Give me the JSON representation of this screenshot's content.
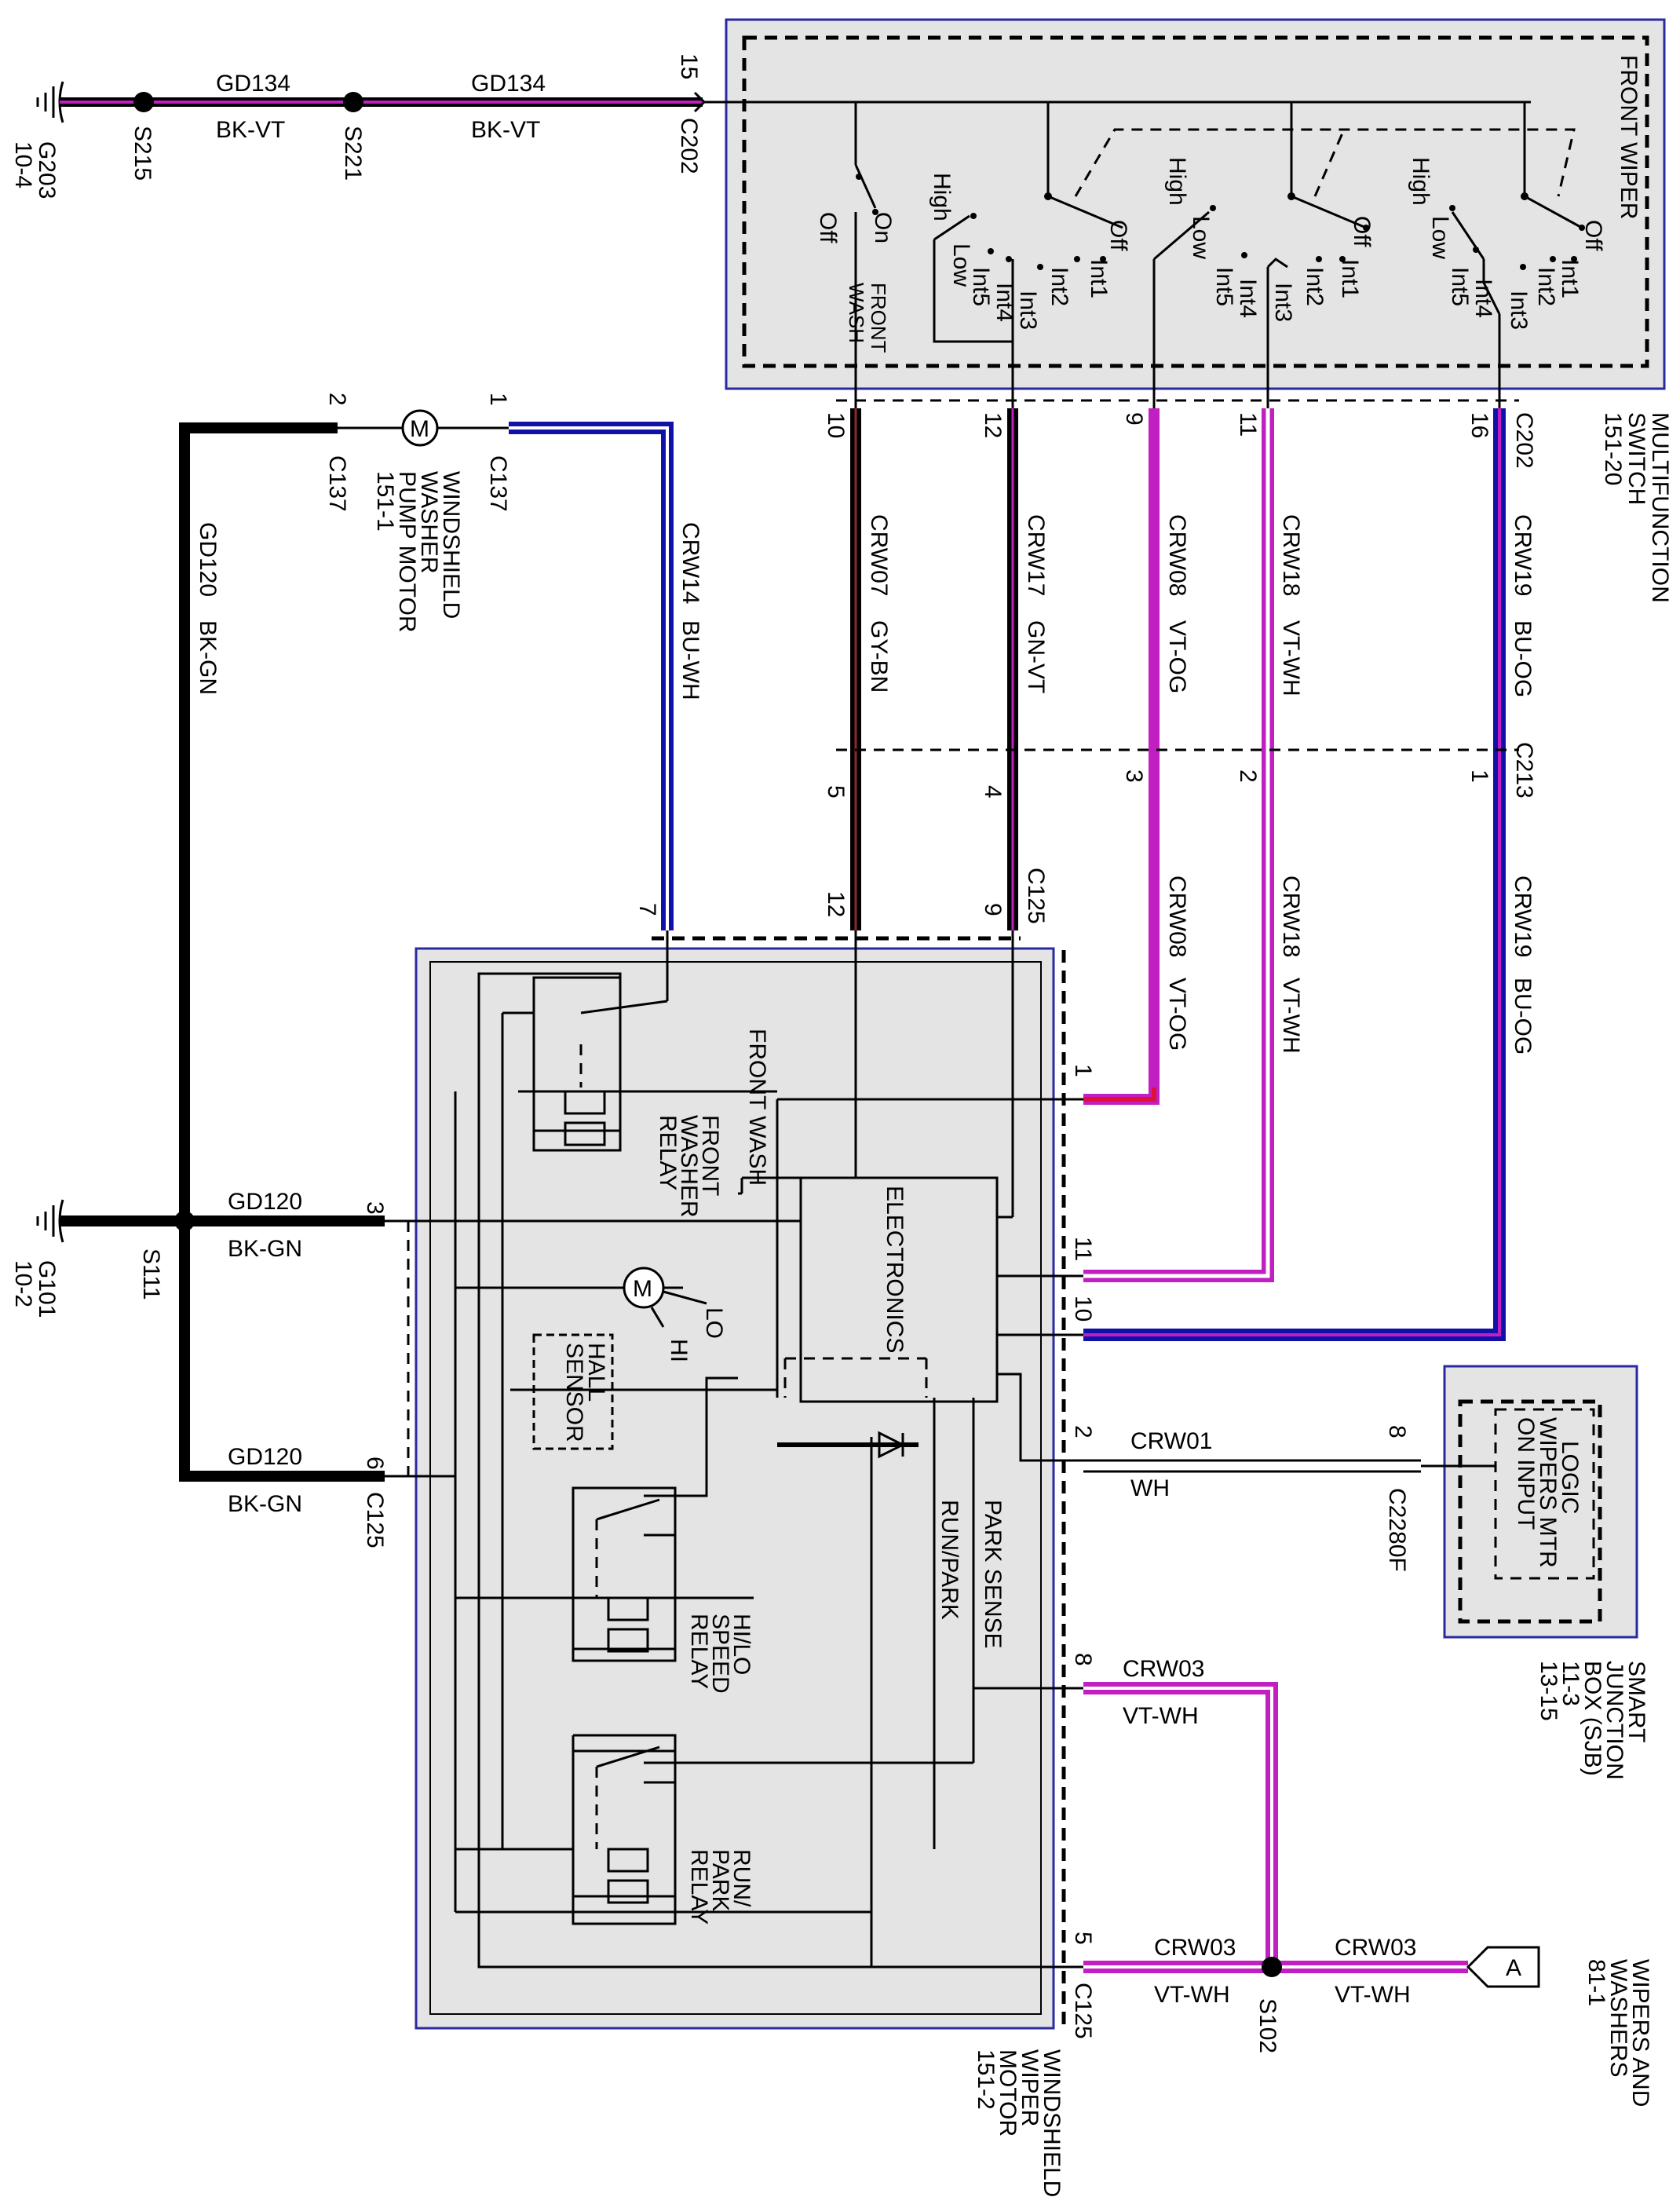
{
  "colors": {
    "black": "#000000",
    "violet": "#c21fc2",
    "violet_light": "#e9a6ef",
    "blue": "#1111aa",
    "red": "#e0103a",
    "box_fill": "#e4e4e4",
    "box_border": "#2a2aa0"
  },
  "top": {
    "g203": "G203",
    "g203_ref": "10-4",
    "s215": "S215",
    "s221": "S221",
    "gd134_a": "GD134",
    "bkvt_a": "BK-VT",
    "gd134_b": "GD134",
    "bkvt_b": "BK-VT",
    "pin15": "15",
    "c202_top": "C202"
  },
  "multifunction": {
    "title": "FRONT WIPER",
    "name_l1": "MULTIFUNCTION",
    "name_l2": "SWITCH",
    "name_l3": "151-20",
    "front_wash_l1": "FRONT",
    "front_wash_l2": "WASH",
    "on": "On",
    "off": "Off",
    "high": "High",
    "low": "Low",
    "int1": "Int1",
    "int2": "Int2",
    "int3": "Int3",
    "int4": "Int4",
    "int5": "Int5"
  },
  "wires": {
    "crw07": "CRW07",
    "gybn": "GY-BN",
    "crw17": "CRW17",
    "gnvt": "GN-VT",
    "crw08": "CRW08",
    "vtog": "VT-OG",
    "crw18": "CRW18",
    "vtwh": "VT-WH",
    "crw19": "CRW19",
    "buog": "BU-OG",
    "crw14": "CRW14",
    "buwh": "BU-WH",
    "gd120": "GD120",
    "bkgn": "BK-GN",
    "crw01": "CRW01",
    "wh": "WH",
    "crw03": "CRW03",
    "vtwh2": "VT-WH"
  },
  "pins": {
    "p10": "10",
    "p12": "12",
    "p9": "9",
    "p11": "11",
    "p16": "16",
    "c202": "C202",
    "c213": "C213",
    "q5": "5",
    "q4": "4",
    "q3": "3",
    "q2": "2",
    "q1": "1",
    "c125": "C125",
    "c125b": "C125",
    "c125c": "C125",
    "r12": "12",
    "r9": "9",
    "r7": "7",
    "m1": "1",
    "m2": "2",
    "m3": "3",
    "m6": "6",
    "m11": "11",
    "m10": "10",
    "m8": "8",
    "m5": "5",
    "s8": "8",
    "c2280f": "C2280F",
    "c137a": "C137",
    "c137b": "C137",
    "k1": "1",
    "k2": "2"
  },
  "washer": {
    "l1": "WINDSHIELD",
    "l2": "WASHER",
    "l3": "PUMP MOTOR",
    "l4": "151-1"
  },
  "ground2": {
    "g101": "G101",
    "ref": "10-2",
    "s111": "S111"
  },
  "motor": {
    "name_l1": "WINDSHIELD",
    "name_l2": "WIPER",
    "name_l3": "MOTOR",
    "name_l4": "151-2",
    "front_wash": "FRONT WASH",
    "electronics": "ELECTRONICS",
    "fw_relay_l1": "FRONT",
    "fw_relay_l2": "WASHER",
    "fw_relay_l3": "RELAY",
    "lo": "LO",
    "hi": "HI",
    "hall_l1": "HALL",
    "hall_l2": "SENSOR",
    "hilo_l1": "HI/LO",
    "hilo_l2": "SPEED",
    "hilo_l3": "RELAY",
    "runpark": "RUN/PARK",
    "parksense": "PARK SENSE",
    "rp_relay_l1": "RUN/",
    "rp_relay_l2": "PARK",
    "rp_relay_l3": "RELAY"
  },
  "sjb": {
    "l1": "LOGIC",
    "l2": "WIPERS MTR",
    "l3": "ON INPUT",
    "name_l1": "SMART",
    "name_l2": "JUNCTION",
    "name_l3": "BOX (SJB)",
    "name_l4": "11-3",
    "name_l5": "13-15"
  },
  "bottom": {
    "s102": "S102",
    "conn_a": "A",
    "wipers_l1": "WIPERS AND",
    "wipers_l2": "WASHERS",
    "wipers_l3": "81-1"
  }
}
